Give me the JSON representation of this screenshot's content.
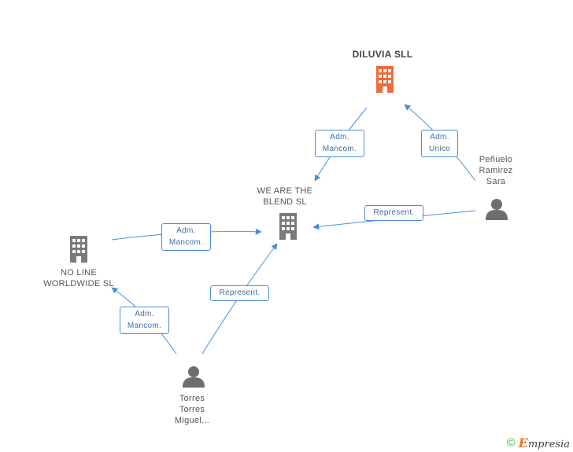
{
  "nodes": {
    "diluvia": {
      "label": "DILUVIA SLL",
      "type": "company",
      "highlight": true
    },
    "weare": {
      "label_line1": "WE ARE THE",
      "label_line2": "BLEND  SL",
      "type": "company"
    },
    "noline": {
      "label_line1": "NO LINE",
      "label_line2": "WORLDWIDE SL",
      "type": "company"
    },
    "penuelo": {
      "label_line1": "Peñuelo",
      "label_line2": "Ramirez",
      "label_line3": "Sara",
      "type": "person"
    },
    "torres": {
      "label_line1": "Torres",
      "label_line2": "Torres",
      "label_line3": "Miguel...",
      "type": "person"
    }
  },
  "edges": {
    "weare_to_diluvia": {
      "line1": "Adm.",
      "line2": "Mancom."
    },
    "penuelo_to_diluvia": {
      "line1": "Adm.",
      "line2": "Unico"
    },
    "penuelo_to_weare": {
      "line1": "Represent."
    },
    "noline_to_weare": {
      "line1": "Adm.",
      "line2": "Mancom."
    },
    "torres_to_weare": {
      "line1": "Represent."
    },
    "torres_to_noline": {
      "line1": "Adm.",
      "line2": "Mancom."
    }
  },
  "footer": {
    "copyright_symbol": "©",
    "brand_initial": "E",
    "brand_rest": "mpresia"
  },
  "colors": {
    "edge": "#4a8fd6",
    "company": "#7a7a7a",
    "company_highlight": "#f26b3a",
    "person": "#6e6e6e"
  }
}
